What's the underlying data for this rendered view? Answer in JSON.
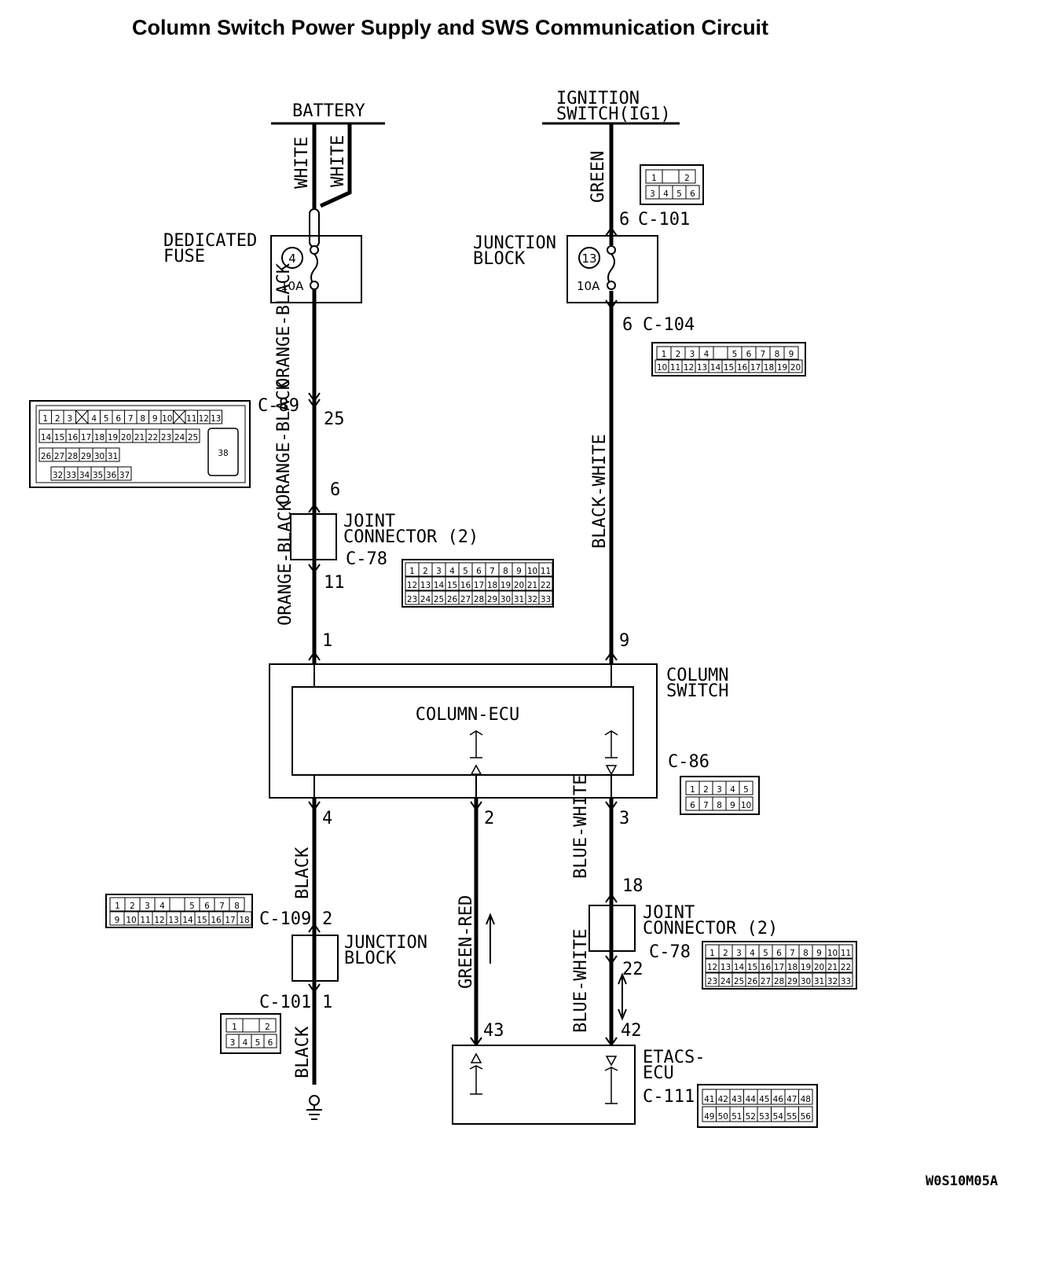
{
  "title": "Column Switch Power Supply and SWS Communication Circuit",
  "sources": {
    "battery": "BATTERY",
    "ignition_line1": "IGNITION",
    "ignition_line2": "SWITCH(IG1)"
  },
  "wires": {
    "white_a": "WHITE",
    "white_b": "WHITE",
    "green": "GREEN",
    "orange_black_1": "ORANGE-BLACK",
    "orange_black_2": "ORANGE-BLACK",
    "orange_black_3": "ORANGE-BLACK",
    "black_white": "BLACK-WHITE",
    "black_1": "BLACK",
    "green_red": "GREEN-RED",
    "blue_white_1": "BLUE-WHITE",
    "blue_white_2": "BLUE-WHITE",
    "black_2": "BLACK"
  },
  "components": {
    "dedicated_fuse_line1": "DEDICATED",
    "dedicated_fuse_line2": "FUSE",
    "fuse_left_number": "4",
    "fuse_left_rating": "10A",
    "junction_block_top_line1": "JUNCTION",
    "junction_block_top_line2": "BLOCK",
    "fuse_right_number": "13",
    "fuse_right_rating": "10A",
    "joint_connector_left_line1": "JOINT",
    "joint_connector_left_line2": "CONNECTOR (2)",
    "column_switch_line1": "COLUMN",
    "column_switch_line2": "SWITCH",
    "column_ecu": "COLUMN-ECU",
    "junction_block_bottom_line1": "JUNCTION",
    "junction_block_bottom_line2": "BLOCK",
    "joint_connector_right_line1": "JOINT",
    "joint_connector_right_line2": "CONNECTOR (2)",
    "etacs_line1": "ETACS-",
    "etacs_line2": "ECU"
  },
  "connectors": {
    "c101_top": "C-101",
    "c104": "C-104",
    "c89": "C-89",
    "c78_left": "C-78",
    "c86": "C-86",
    "c109": "C-109",
    "c101_bottom": "C-101",
    "c78_right": "C-78",
    "c111": "C-111"
  },
  "pins": {
    "p6_c101": "6",
    "p6_c104": "6",
    "p25": "25",
    "p6_left": "6",
    "p11": "11",
    "p1_top": "1",
    "p9": "9",
    "p4": "4",
    "p2_mid": "2",
    "p3": "3",
    "p18": "18",
    "p2_c109": "2",
    "p22": "22",
    "p1_bottom": "1",
    "p43": "43",
    "p42": "42"
  },
  "connector_faces": {
    "c101_top": {
      "row1": [
        "1",
        "",
        "2"
      ],
      "row2": [
        "3",
        "4",
        "5",
        "6"
      ]
    },
    "c104": {
      "row1": [
        "1",
        "2",
        "3",
        "4",
        "",
        "5",
        "6",
        "7",
        "8",
        "9"
      ],
      "row2": [
        "10",
        "11",
        "12",
        "13",
        "14",
        "15",
        "16",
        "17",
        "18",
        "19",
        "20"
      ]
    },
    "c89": {
      "row1": [
        "1",
        "2",
        "3",
        "X",
        "4",
        "5",
        "6",
        "7",
        "8",
        "9",
        "10",
        "X",
        "11",
        "12",
        "13"
      ],
      "row2": [
        "14",
        "15",
        "16",
        "17",
        "18",
        "19",
        "20",
        "21",
        "22",
        "23",
        "24",
        "25"
      ],
      "row3": [
        "26",
        "27",
        "28",
        "29",
        "30",
        "31"
      ],
      "row4": [
        "32",
        "33",
        "34",
        "35",
        "36",
        "37"
      ],
      "big": "38"
    },
    "c78": {
      "row1": [
        "1",
        "2",
        "3",
        "4",
        "5",
        "6",
        "7",
        "8",
        "9",
        "10",
        "11"
      ],
      "row2": [
        "12",
        "13",
        "14",
        "15",
        "16",
        "17",
        "18",
        "19",
        "20",
        "21",
        "22"
      ],
      "row3": [
        "23",
        "24",
        "25",
        "26",
        "27",
        "28",
        "29",
        "30",
        "31",
        "32",
        "33"
      ]
    },
    "c86": {
      "row1": [
        "1",
        "2",
        "3",
        "4",
        "5"
      ],
      "row2": [
        "6",
        "7",
        "8",
        "9",
        "10"
      ]
    },
    "c109": {
      "row1": [
        "1",
        "2",
        "3",
        "4",
        "",
        "5",
        "6",
        "7",
        "8"
      ],
      "row2": [
        "9",
        "10",
        "11",
        "12",
        "13",
        "14",
        "15",
        "16",
        "17",
        "18"
      ]
    },
    "c101_bottom": {
      "row1": [
        "1",
        "",
        "2"
      ],
      "row2": [
        "3",
        "4",
        "5",
        "6"
      ]
    },
    "c111": {
      "row1": [
        "41",
        "42",
        "43",
        "44",
        "45",
        "46",
        "47",
        "48"
      ],
      "row2": [
        "49",
        "50",
        "51",
        "52",
        "53",
        "54",
        "55",
        "56"
      ]
    }
  },
  "diagram_code": "W0S10M05A"
}
